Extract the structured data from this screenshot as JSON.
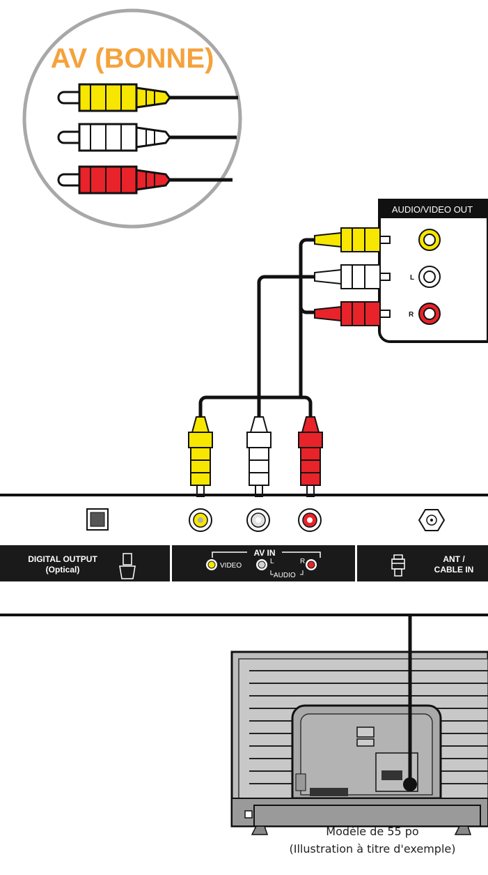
{
  "badge": {
    "title": "AV (BONNE)"
  },
  "source_device": {
    "header": "AUDIO/VIDEO OUT",
    "jack_left_label": "L",
    "jack_right_label": "R"
  },
  "tv_panel": {
    "digital_output_line1": "DIGITAL OUTPUT",
    "digital_output_line2": "(Optical)",
    "av_in_title": "AV IN",
    "video_label": "VIDEO",
    "left_label": "L",
    "right_label": "R",
    "audio_label": "AUDIO",
    "ant_line1": "ANT /",
    "ant_line2": "CABLE IN"
  },
  "caption": {
    "line1": "Modèle de 55 po",
    "line2": "(Illustration à titre d'exemple)"
  },
  "colors": {
    "yellow": "#f7e600",
    "white": "#ffffff",
    "red": "#e8232a",
    "orange": "#f5a23c",
    "dark": "#1a1a1a",
    "circle_border": "#a8a8a8",
    "tv_gray": "#b8b8b8"
  }
}
